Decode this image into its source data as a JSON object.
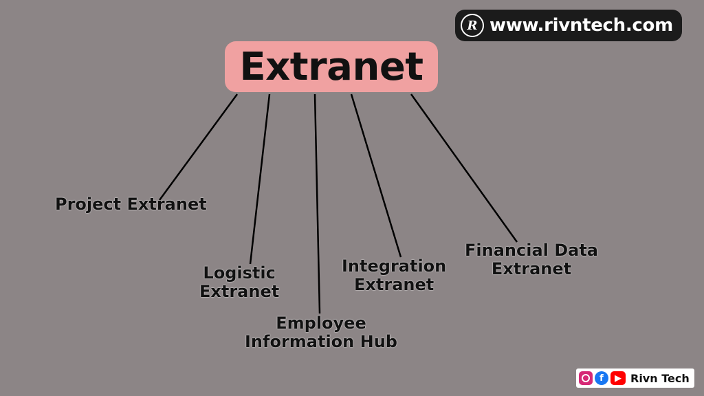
{
  "watermark": {
    "url": "www.rivntech.com",
    "logo_letter": "R"
  },
  "title": "Extranet",
  "nodes": [
    {
      "lines": [
        "Project Extranet"
      ]
    },
    {
      "lines": [
        "Logistic",
        "Extranet"
      ]
    },
    {
      "lines": [
        "Employee",
        "Information Hub"
      ]
    },
    {
      "lines": [
        "Integration",
        "Extranet"
      ]
    },
    {
      "lines": [
        "Financial Data",
        "Extranet"
      ]
    }
  ],
  "social": {
    "label": "Rivn Tech",
    "icons": [
      "instagram-icon",
      "facebook-icon",
      "youtube-icon"
    ]
  },
  "colors": {
    "background": "#8c8586",
    "title_box": "#f0a1a1",
    "badge": "#1b1b1b"
  }
}
